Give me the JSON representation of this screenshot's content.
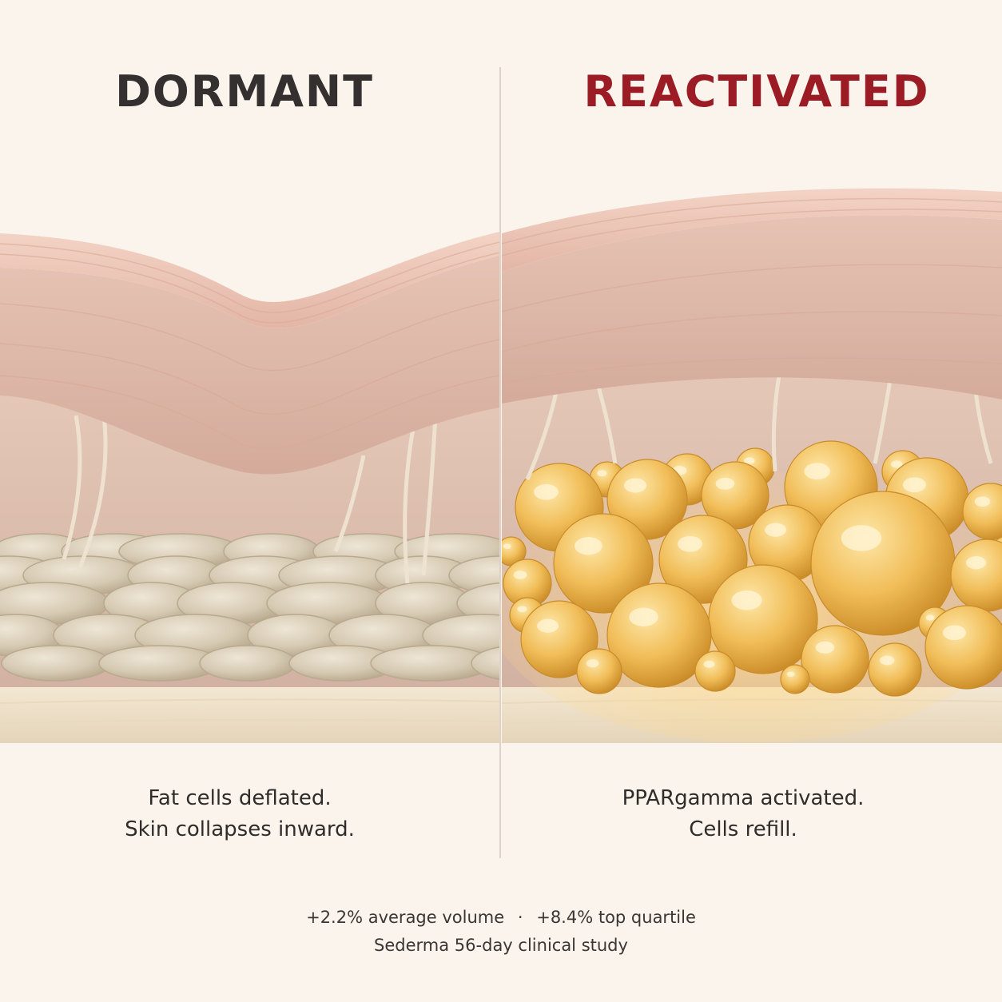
{
  "panels": {
    "left": {
      "title": "DORMANT",
      "caption": [
        "Fat cells deflated.",
        "Skin collapses inward."
      ]
    },
    "right": {
      "title": "REACTIVATED",
      "caption": [
        "PPARgamma activated.",
        "Cells refill."
      ]
    }
  },
  "footer": {
    "stats_volume": "+2.2% average volume",
    "separator": "·",
    "stats_quartile": "+8.4% top quartile",
    "source": "Sederma 56-day clinical study"
  },
  "colors": {
    "title_dormant": "#343030",
    "title_reactivated": "#9b1c25",
    "background": "#faf4ec",
    "skin": "#e9c2b2",
    "dermis": "#dcb8a8",
    "fat_dormant": "#d8cdb8",
    "fat_active": "#f2c05a",
    "fascia": "#f0e3cc"
  }
}
